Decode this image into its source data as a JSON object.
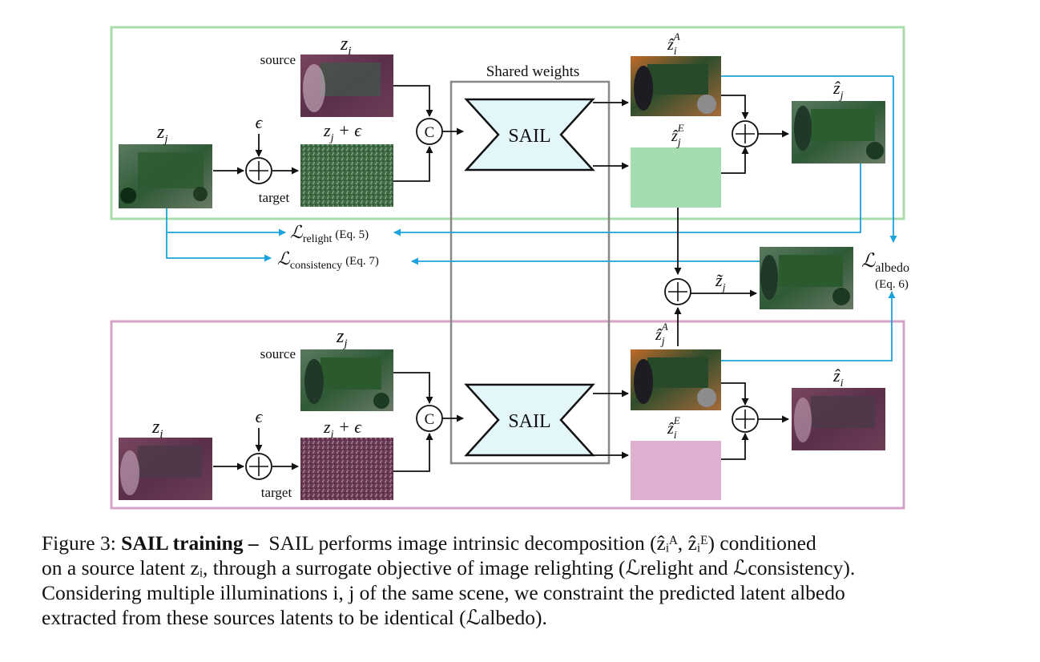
{
  "colors": {
    "green_frame": "#a8dcab",
    "pink_frame": "#d5a3c7",
    "green_embed": "#a3dcb0",
    "pink_embed": "#dfafcf",
    "sail_fill": "#e3f7fb",
    "arrow_blue": "#1aa3dc",
    "shared_gray": "#888888"
  },
  "diagram": {
    "shared_weights": "Shared weights",
    "sail": "SAIL",
    "concat": "C",
    "plus": "+",
    "top": {
      "source_label": "source",
      "target_label": "target",
      "z_source": "z",
      "z_source_sub": "i",
      "z_input": "z",
      "z_input_sub": "j",
      "eps": "ϵ",
      "noisy": "z",
      "noisy_sub": "j",
      "noisy_plus": " + ϵ",
      "albedo_hat": "ẑ",
      "albedo_sub": "i",
      "albedo_sup": "A",
      "embed_hat": "ẑ",
      "embed_sub": "j",
      "embed_sup": "E",
      "out_hat": "ẑ",
      "out_sub": "j"
    },
    "bottom": {
      "source_label": "source",
      "target_label": "target",
      "z_source": "z",
      "z_source_sub": "j",
      "z_input": "z",
      "z_input_sub": "i",
      "eps": "ϵ",
      "noisy": "z",
      "noisy_sub": "i",
      "noisy_plus": " + ϵ",
      "albedo_hat": "ẑ",
      "albedo_sub": "j",
      "albedo_sup": "A",
      "embed_hat": "ẑ",
      "embed_sub": "i",
      "embed_sup": "E",
      "out_hat": "ẑ",
      "out_sub": "i"
    },
    "middle": {
      "tilde": "z̃",
      "tilde_sub": "j"
    },
    "losses": {
      "L": "ℒ",
      "relight_sub": "relight",
      "relight_eq": "(Eq. 5)",
      "consistency_sub": "consistency",
      "consistency_eq": "(Eq. 7)",
      "albedo_sub": "albedo",
      "albedo_eq": "(Eq. 6)"
    }
  },
  "caption": {
    "label": "Figure 3: ",
    "bold": "SAIL training –",
    "line1_rest": "  SAIL performs image intrinsic decomposition (ẑᵢᴬ, ẑᵢᴱ) conditioned",
    "line2": "on a source latent zᵢ, through a surrogate objective of image relighting (ℒrelight and ℒconsistency).",
    "line3": "Considering multiple illuminations i, j of the same scene, we constraint the predicted latent albedo",
    "line4": "extracted from these sources latents to be identical (ℒalbedo)."
  }
}
